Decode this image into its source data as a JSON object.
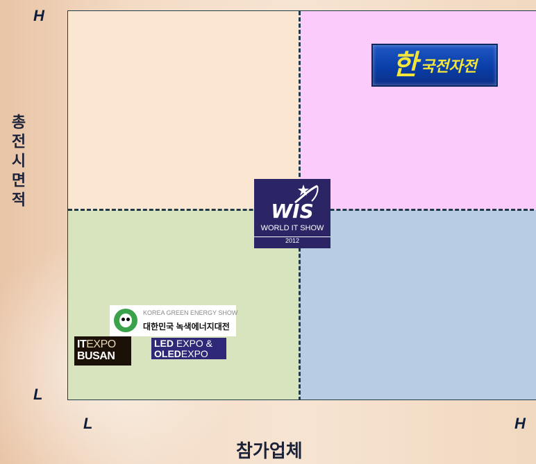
{
  "axes": {
    "y_high": "H",
    "y_low": "L",
    "x_low": "L",
    "x_high": "H",
    "y_label": "총전시면적",
    "x_label": "참가업체"
  },
  "quadrant_colors": {
    "top_left": "#fbe6d2",
    "top_right": "#fbcbfb",
    "bottom_left": "#d8e4bd",
    "bottom_right": "#b8cce4"
  },
  "logos": {
    "korea_cartoon": {
      "mark": "한",
      "text": "국전자전"
    },
    "wis": {
      "mark": "WIS",
      "name": "WORLD IT SHOW",
      "year": "2012"
    },
    "green_energy": {
      "en": "KOREA GREEN ENERGY SHOW",
      "ko": "대한민국 녹색에너지대전"
    },
    "led_expo": {
      "line1_bold": "LED",
      "line1_rest": "EXPO &",
      "line2_bold": "OLED",
      "line2_rest": "EXPO"
    },
    "it_expo": {
      "line1_bold": "IT",
      "line1_rest": "EXPO",
      "line2": "BUSAN"
    }
  }
}
